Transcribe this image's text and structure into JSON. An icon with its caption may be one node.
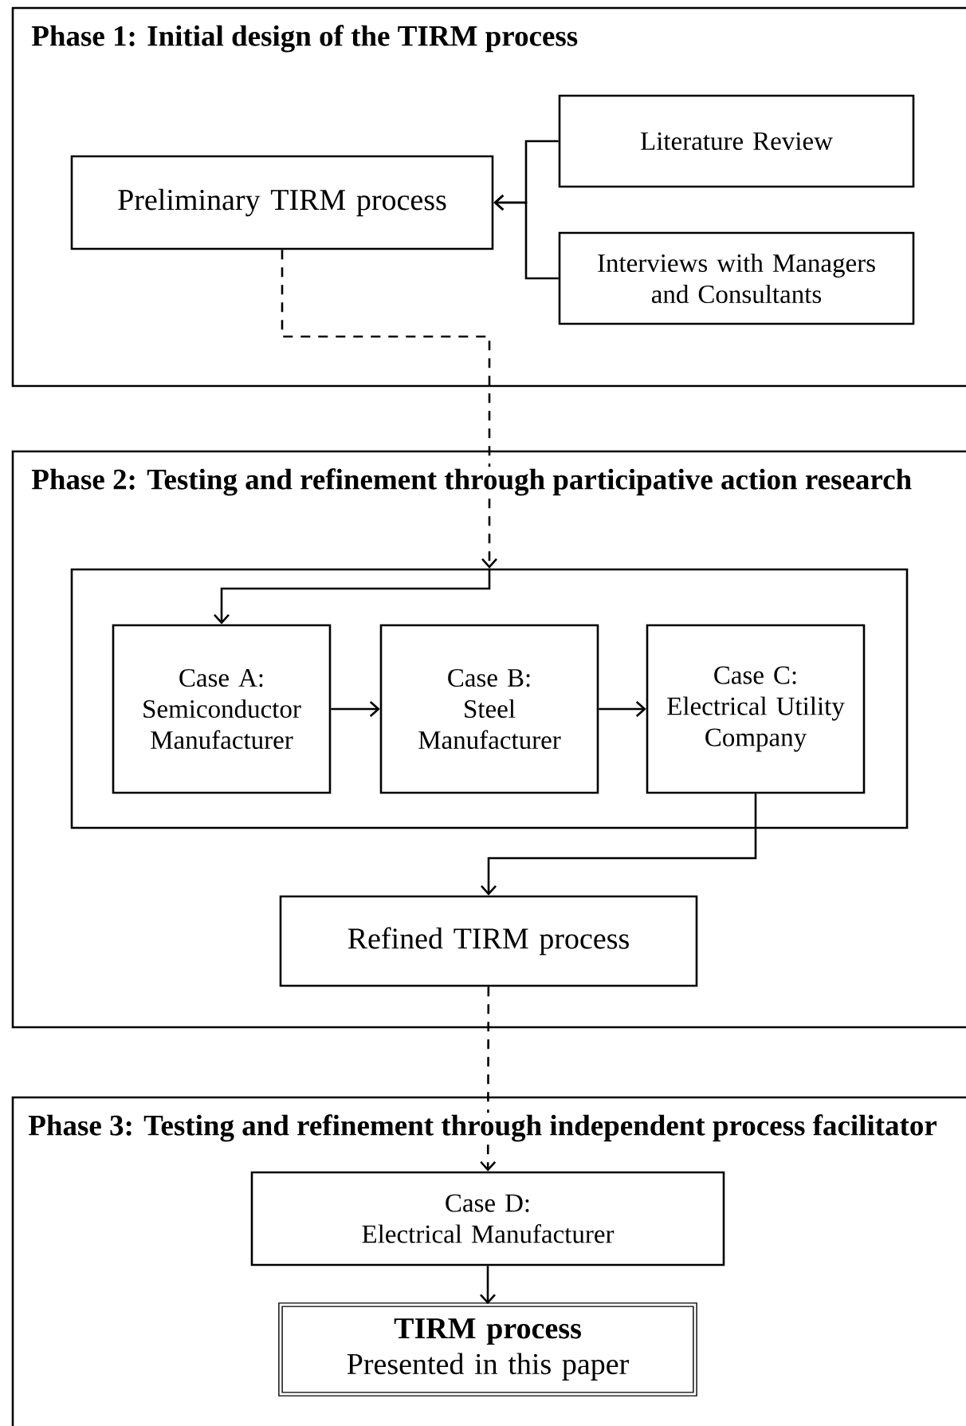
{
  "diagram": {
    "nodes": [
      {
        "text": [
          "Phase 1: Initial design of the TIRM process"
        ]
      },
      {
        "text": [
          "Preliminary TIRM process"
        ],
        "in": 0
      },
      {
        "text": [
          "Literature Review"
        ],
        "in": 0
      },
      {
        "text": [
          "Interviews with Managers and Consultants"
        ],
        "in": 0
      },
      {
        "text": [
          "Phase 2: Testing and refinement through participative action research"
        ]
      },
      {
        "text": [],
        "shape": "box",
        "in": 4
      },
      {
        "text": [
          "Case A:",
          "Semiconductor Manufacturer"
        ],
        "in": 5
      },
      {
        "text": [
          "Case B:",
          "Steel Manufacturer"
        ],
        "in": 5
      },
      {
        "text": [
          "Case C:",
          "Electrical Utility Company"
        ],
        "in": 5
      },
      {
        "text": [
          "Refined TIRM process"
        ],
        "in": 4
      },
      {
        "text": [
          "Phase 3: Testing and refinement through independent process facilitator"
        ]
      },
      {
        "text": [
          "Case D:",
          "Electrical Manufacturer"
        ],
        "in": 10
      },
      {
        "text": [
          "TIRM process",
          "Presented in this paper"
        ],
        "in": 10
      }
    ],
    "edges": [
      {
        "from": 2,
        "to": 1,
        "arrow": "to"
      },
      {
        "from": 3,
        "to": 1,
        "arrow": "to"
      },
      {
        "from": 1,
        "to": 5,
        "arrow": "to",
        "style": "dashed"
      },
      {
        "from": 5,
        "to": 6,
        "arrow": "to"
      },
      {
        "from": 6,
        "to": 7,
        "arrow": "to"
      },
      {
        "from": 7,
        "to": 8,
        "arrow": "to"
      },
      {
        "from": 8,
        "to": 9,
        "arrow": "to"
      },
      {
        "from": 9,
        "to": 11,
        "arrow": "to",
        "style": "dashed"
      },
      {
        "from": 11,
        "to": 12,
        "arrow": "to"
      }
    ]
  }
}
